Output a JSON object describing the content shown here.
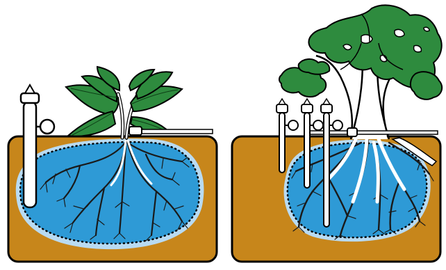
{
  "colors": {
    "soil": "#C7861B",
    "water": "#2E9AD6",
    "water_glow": "#B9DBF2",
    "leaf": "#2E8B3E",
    "leaf_dark": "#1E5E29",
    "root": "#1A1A1A",
    "outline": "#000000",
    "trunk": "#FFFFFF",
    "background": "#FFFFFF"
  },
  "panels": [
    {
      "subject": "plant",
      "probes": 1,
      "icons": [
        "plant-icon",
        "soil-moisture-probe-icon",
        "drip-emitter-icon",
        "wetted-root-zone-icon"
      ]
    },
    {
      "subject": "tree",
      "probes": 3,
      "icons": [
        "tree-icon",
        "soil-moisture-probe-icon",
        "drip-emitter-icon",
        "wetted-root-zone-icon"
      ]
    }
  ]
}
